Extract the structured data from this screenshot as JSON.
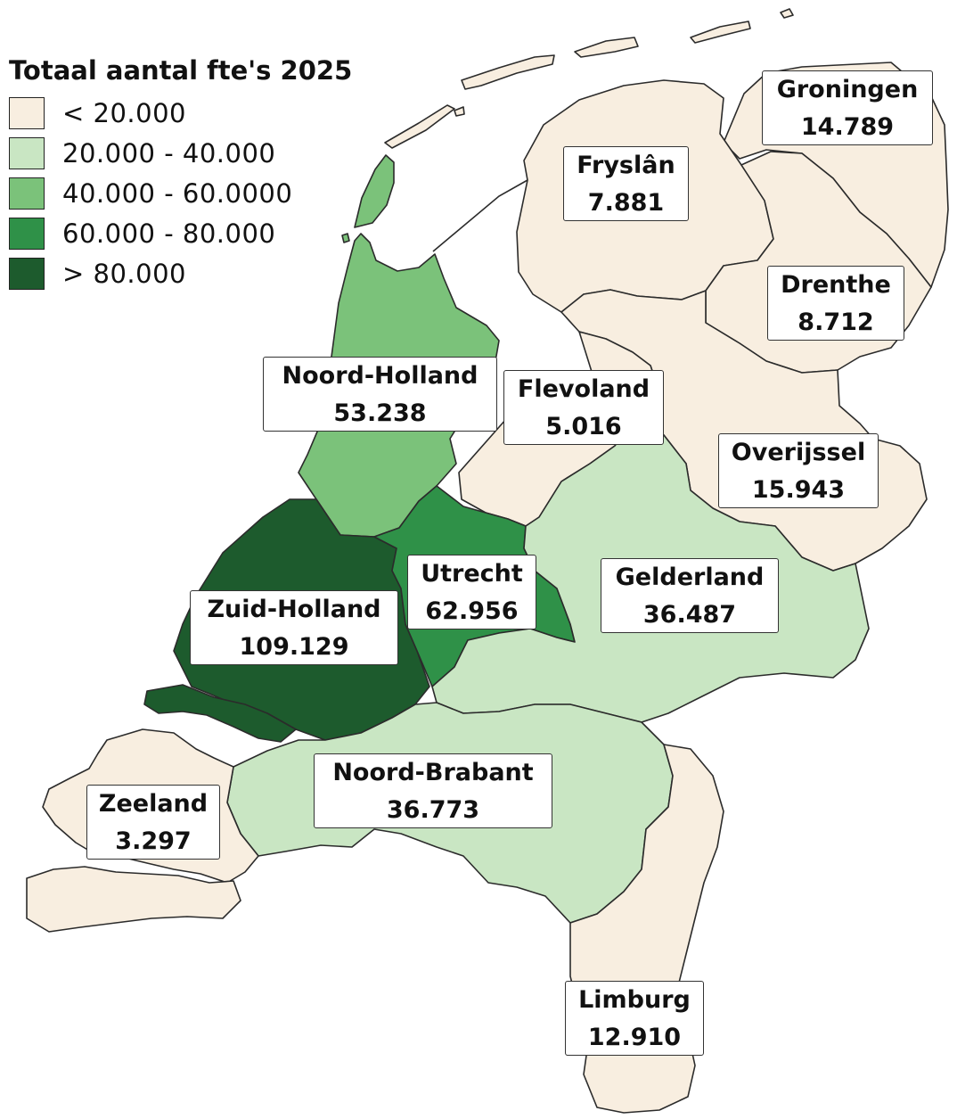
{
  "legend": {
    "title": "Totaal aantal fte's 2025",
    "classes": [
      {
        "label": "< 20.000",
        "color": "#f8eee0"
      },
      {
        "label": "20.000 - 40.000",
        "color": "#c9e6c3"
      },
      {
        "label": "40.000 - 60.0000",
        "color": "#7bc27a"
      },
      {
        "label": "60.000 - 80.000",
        "color": "#2f9148"
      },
      {
        "label": "> 80.000",
        "color": "#1d5b2d"
      }
    ]
  },
  "provinces": [
    {
      "name": "Groningen",
      "value": "14.789"
    },
    {
      "name": "Fryslân",
      "value": "7.881"
    },
    {
      "name": "Drenthe",
      "value": "8.712"
    },
    {
      "name": "Noord-Holland",
      "value": "53.238"
    },
    {
      "name": "Flevoland",
      "value": "5.016"
    },
    {
      "name": "Overijssel",
      "value": "15.943"
    },
    {
      "name": "Utrecht",
      "value": "62.956"
    },
    {
      "name": "Gelderland",
      "value": "36.487"
    },
    {
      "name": "Zuid-Holland",
      "value": "109.129"
    },
    {
      "name": "Noord-Brabant",
      "value": "36.773"
    },
    {
      "name": "Zeeland",
      "value": "3.297"
    },
    {
      "name": "Limburg",
      "value": "12.910"
    }
  ]
}
